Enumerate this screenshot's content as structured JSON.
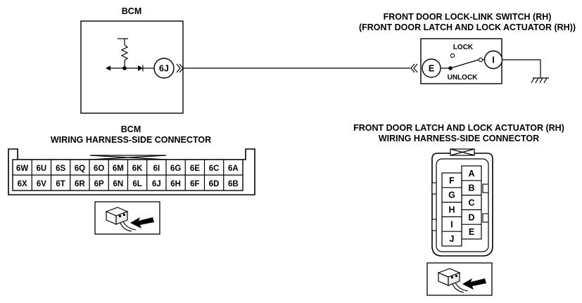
{
  "top_left": {
    "module_label": "BCM",
    "terminal": "6J"
  },
  "top_right": {
    "title_line1": "FRONT DOOR LOCK-LINK SWITCH (RH)",
    "title_line2": "(FRONT DOOR LATCH AND LOCK ACTUATOR (RH))",
    "lock_label": "LOCK",
    "unlock_label": "UNLOCK",
    "terminal_left": "E",
    "terminal_right": "I"
  },
  "bottom_left": {
    "title_line1": "BCM",
    "title_line2": "WIRING HARNESS-SIDE CONNECTOR",
    "pins_row1": [
      "6W",
      "6U",
      "6S",
      "6Q",
      "6O",
      "6M",
      "6K",
      "6I",
      "6G",
      "6E",
      "6C",
      "6A"
    ],
    "pins_row2": [
      "6X",
      "6V",
      "6T",
      "6R",
      "6P",
      "6N",
      "6L",
      "6J",
      "6H",
      "6F",
      "6D",
      "6B"
    ]
  },
  "bottom_right": {
    "title_line1": "FRONT DOOR LATCH AND LOCK ACTUATOR (RH)",
    "title_line2": "WIRING HARNESS-SIDE CONNECTOR",
    "pins_right": [
      "A",
      "B",
      "C",
      "D",
      "E"
    ],
    "pins_left": [
      "F",
      "G",
      "H",
      "I",
      "J"
    ]
  },
  "icons": [
    "connector-view-icon",
    "ground-icon",
    "diode-icon",
    "resistor-icon",
    "switch-icon"
  ]
}
